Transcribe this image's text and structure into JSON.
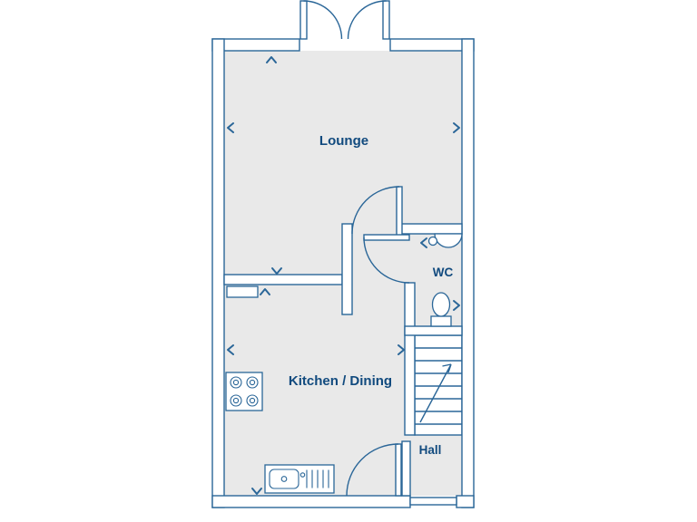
{
  "meta": {
    "type": "house-floor-plan",
    "floor": "ground-floor"
  },
  "labels": {
    "lounge": "Lounge",
    "kitchen_dining": "Kitchen / Dining",
    "wc": "WC",
    "hall": "Hall"
  },
  "colors": {
    "line": "#2a6698",
    "label_text": "#114a7e",
    "room_fill": "#e9e9e9",
    "background": "#ffffff"
  },
  "rooms": [
    {
      "name": "Lounge"
    },
    {
      "name": "Kitchen / Dining"
    },
    {
      "name": "WC"
    },
    {
      "name": "Hall"
    }
  ],
  "fixtures": [
    "french-doors",
    "lounge-door",
    "wc-door",
    "kitchen-door",
    "front-door",
    "staircase",
    "stair-direction-arrow",
    "toilet",
    "corner-basin",
    "hob",
    "sink-with-drainer",
    "kitchen-cupboard",
    "dimension-chevrons"
  ]
}
